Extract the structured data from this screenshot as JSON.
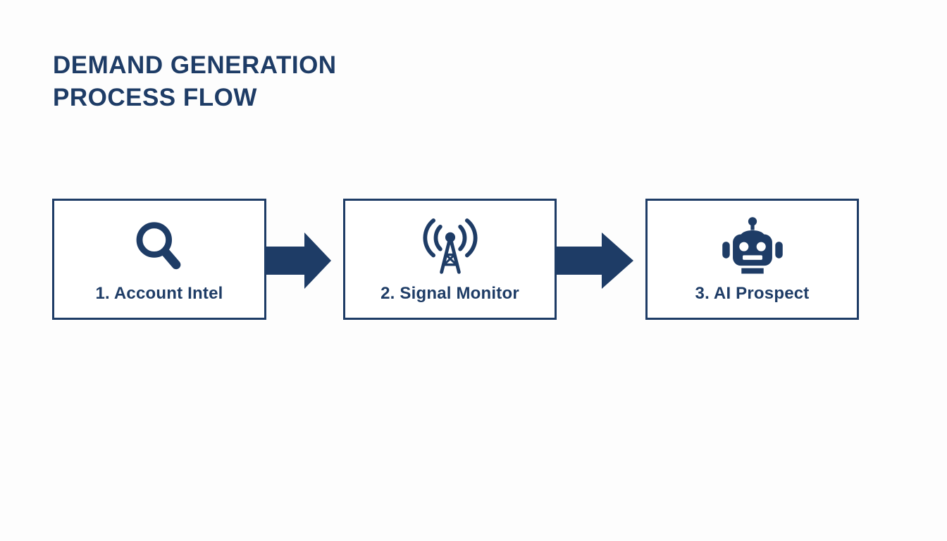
{
  "theme": {
    "accent": "#1e3c66",
    "box_background": "#ffffff",
    "page_background": "#fdfdfd"
  },
  "header": {
    "title_line1": "DEMAND GENERATION",
    "title_line2": "PROCESS FLOW"
  },
  "flow": {
    "steps": [
      {
        "label": "1. Account Intel",
        "icon": "search-icon"
      },
      {
        "label": "2. Signal Monitor",
        "icon": "signal-tower-icon"
      },
      {
        "label": "3. AI Prospect",
        "icon": "robot-icon"
      }
    ],
    "connector": "arrow-right"
  }
}
